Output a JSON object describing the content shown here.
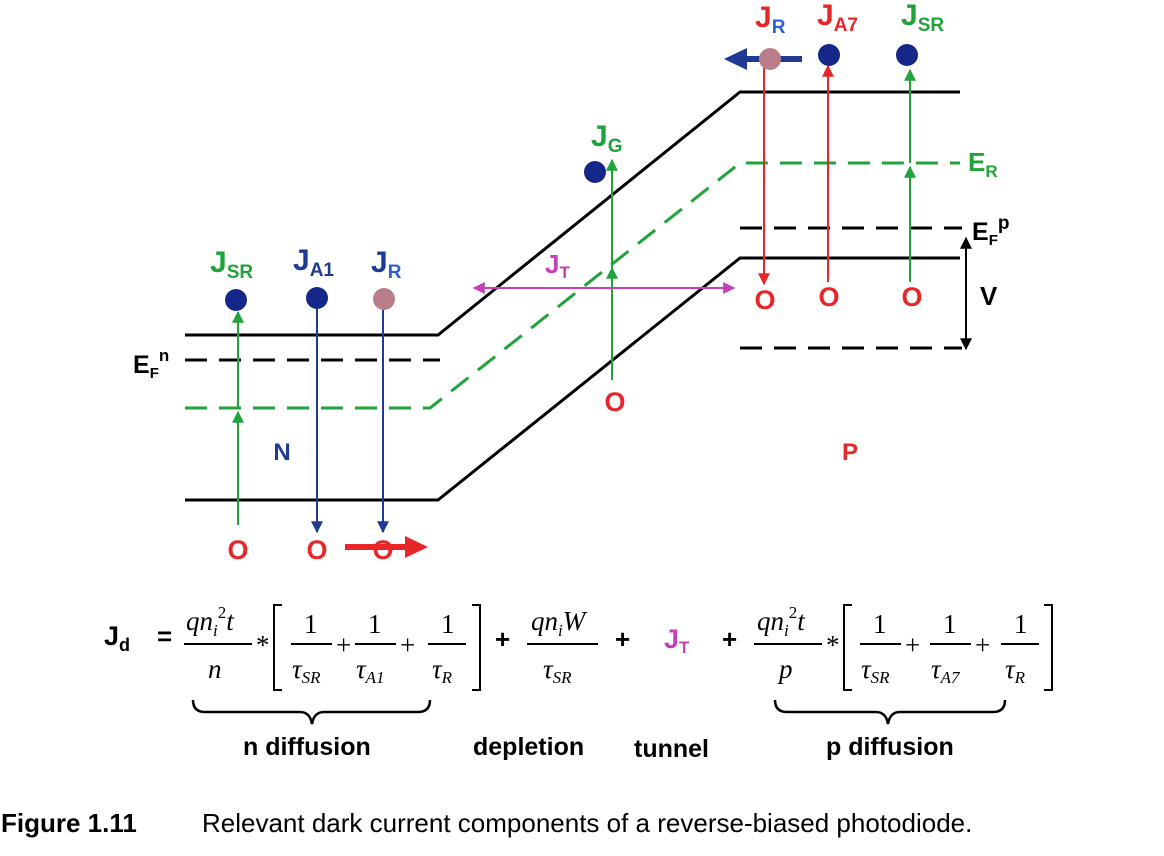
{
  "diagram": {
    "labels": {
      "n_side": {
        "JSR": {
          "main": "J",
          "sub": "SR"
        },
        "JA1": {
          "main": "J",
          "sub": "A1"
        },
        "JR": {
          "main": "J",
          "sub": "R"
        },
        "EFn": {
          "main": "E",
          "sub": "F",
          "sup": "n"
        },
        "region": "N"
      },
      "junction": {
        "JG": {
          "main": "J",
          "sub": "G"
        },
        "JT": {
          "main": "J",
          "sub": "T"
        }
      },
      "p_side": {
        "JR": {
          "main": "J",
          "sub": "R"
        },
        "JA7": {
          "main": "J",
          "sub": "A7"
        },
        "JSR": {
          "main": "J",
          "sub": "SR"
        },
        "ER": {
          "main": "E",
          "sub": "R"
        },
        "EFp": {
          "main": "E",
          "sub": "F",
          "sup": "p"
        },
        "V": "V",
        "region": "P"
      },
      "hole_symbol": "O"
    },
    "colors": {
      "band": "#000000",
      "green": "#1fa33a",
      "blue": "#1f3a93",
      "red": "#e8262a",
      "magenta": "#c53fb8",
      "electron": "#15288a",
      "recomb_electron": "#b97d8a"
    }
  },
  "equation": {
    "lhs": {
      "main": "J",
      "sub": "d"
    },
    "equals": "=",
    "term1": {
      "num_main": "qn",
      "num_sub": "i",
      "num_sup": "2",
      "num_end": "t",
      "den": "n",
      "times": "*",
      "fractions": [
        {
          "num": "1",
          "den_main": "τ",
          "den_sub": "SR"
        },
        {
          "num": "1",
          "den_main": "τ",
          "den_sub": "A1"
        },
        {
          "num": "1",
          "den_main": "τ",
          "den_sub": "R"
        }
      ]
    },
    "plus": "+",
    "term2": {
      "num_main": "qn",
      "num_sub": "i",
      "num_end": "W",
      "den_main": "τ",
      "den_sub": "SR"
    },
    "term3": {
      "main": "J",
      "sub": "T"
    },
    "term4": {
      "num_main": "qn",
      "num_sub": "i",
      "num_sup": "2",
      "num_end": "t",
      "den": "p",
      "times": "*",
      "fractions": [
        {
          "num": "1",
          "den_main": "τ",
          "den_sub": "SR"
        },
        {
          "num": "1",
          "den_main": "τ",
          "den_sub": "A7"
        },
        {
          "num": "1",
          "den_main": "τ",
          "den_sub": "R"
        }
      ]
    },
    "brace_labels": {
      "n_diffusion": "n diffusion",
      "depletion": "depletion",
      "tunnel": "tunnel",
      "p_diffusion": "p diffusion"
    }
  },
  "caption": {
    "number": "Figure 1.11",
    "text": "Relevant dark current components of a reverse-biased photodiode."
  }
}
